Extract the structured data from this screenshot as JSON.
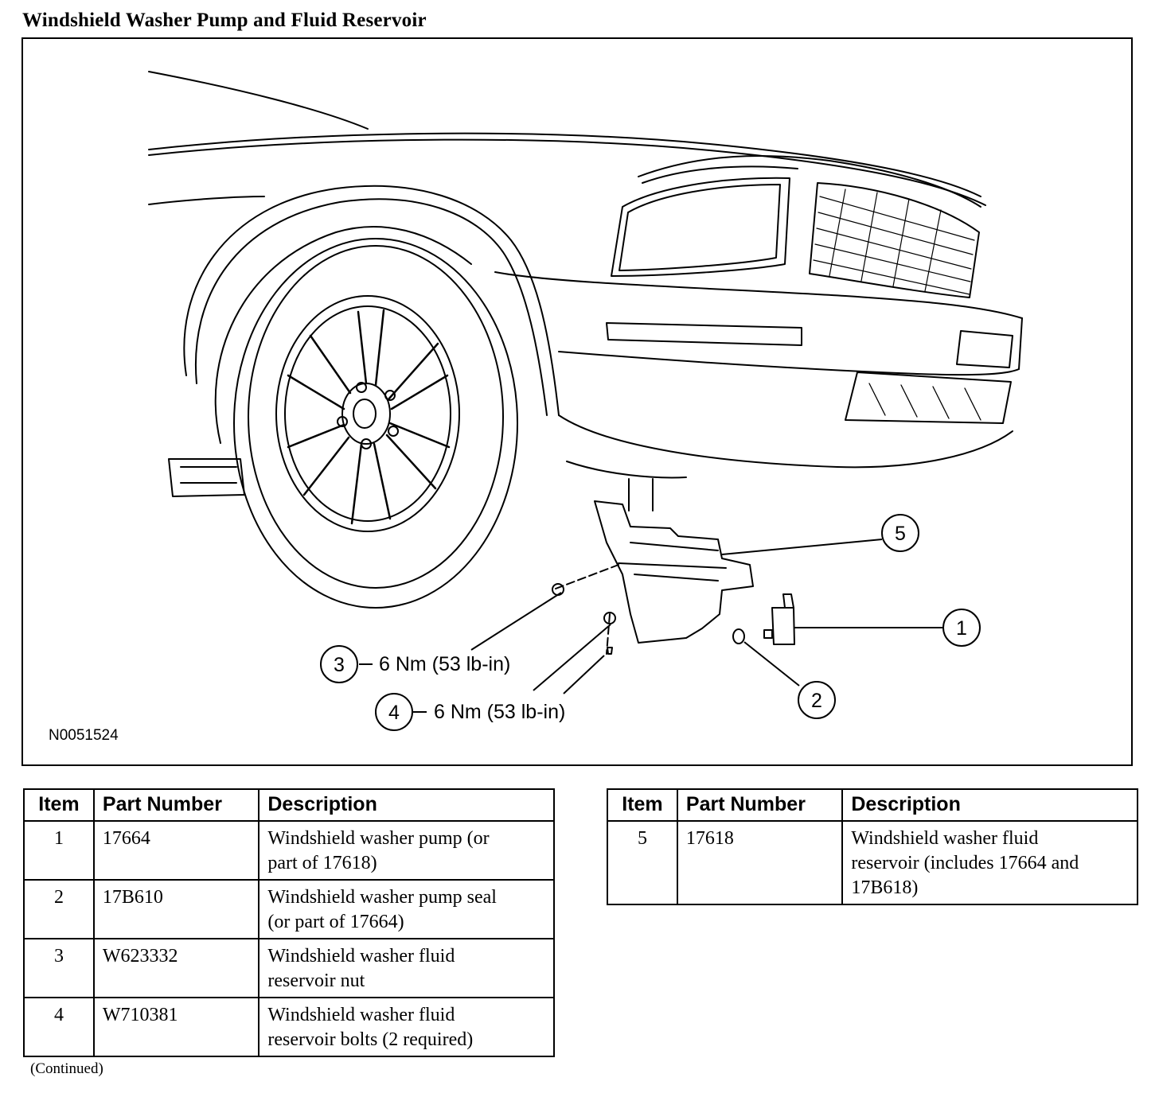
{
  "title": "Windshield Washer Pump and Fluid Reservoir",
  "figure": {
    "image_id": "N0051524",
    "callouts": [
      {
        "num": "1"
      },
      {
        "num": "2"
      },
      {
        "num": "3",
        "spec": "6 Nm (53 lb-in)"
      },
      {
        "num": "4",
        "spec": "6 Nm (53 lb-in)"
      },
      {
        "num": "5"
      }
    ]
  },
  "table_headers": {
    "item": "Item",
    "part_number": "Part Number",
    "description": "Description"
  },
  "table_left": [
    {
      "item": "1",
      "part": "17664",
      "desc1": "Windshield washer pump (or",
      "desc2": "part of 17618)",
      "desc3": ""
    },
    {
      "item": "2",
      "part": "17B610",
      "desc1": "Windshield washer pump seal",
      "desc2": "(or part of 17664)",
      "desc3": ""
    },
    {
      "item": "3",
      "part": "W623332",
      "desc1": "Windshield washer fluid",
      "desc2": "reservoir nut",
      "desc3": ""
    },
    {
      "item": "4",
      "part": "W710381",
      "desc1": "Windshield washer fluid",
      "desc2": "reservoir bolts (2 required)",
      "desc3": ""
    }
  ],
  "table_right": [
    {
      "item": "5",
      "part": "17618",
      "desc1": "Windshield washer fluid",
      "desc2": "reservoir (includes 17664 and",
      "desc3": "17B618)"
    }
  ],
  "footer_note": "(Continued)"
}
